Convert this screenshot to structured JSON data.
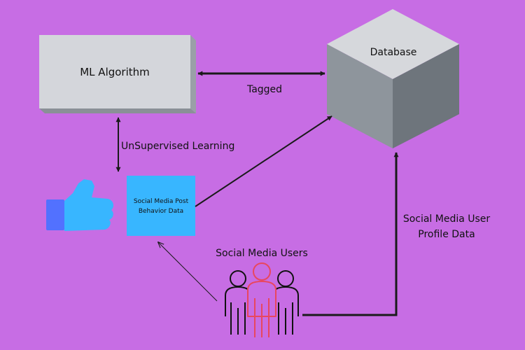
{
  "nodes": {
    "ml_algorithm": "ML Algorithm",
    "database": "Database",
    "post_data_line1": "Social Media Post",
    "post_data_line2": "Behavior Data"
  },
  "edges": {
    "tagged": "Tagged",
    "unsupervised": "UnSupervised Learning",
    "profile_line1": "Social Media User",
    "profile_line2": "Profile Data",
    "users": "Social Media Users"
  },
  "colors": {
    "background": "#c76de4",
    "box_front": "#d4d6db",
    "cube_left": "#8e959c",
    "cube_right": "#6e757c",
    "post_box": "#38b6ff",
    "thumb": "#38b6ff",
    "thumb_cuff": "#5271ff",
    "user_center": "#e8475f",
    "arrow": "#1a1a1a"
  },
  "icons": {
    "thumbs_up": "thumbs-up-icon",
    "users": "users-group-icon"
  }
}
